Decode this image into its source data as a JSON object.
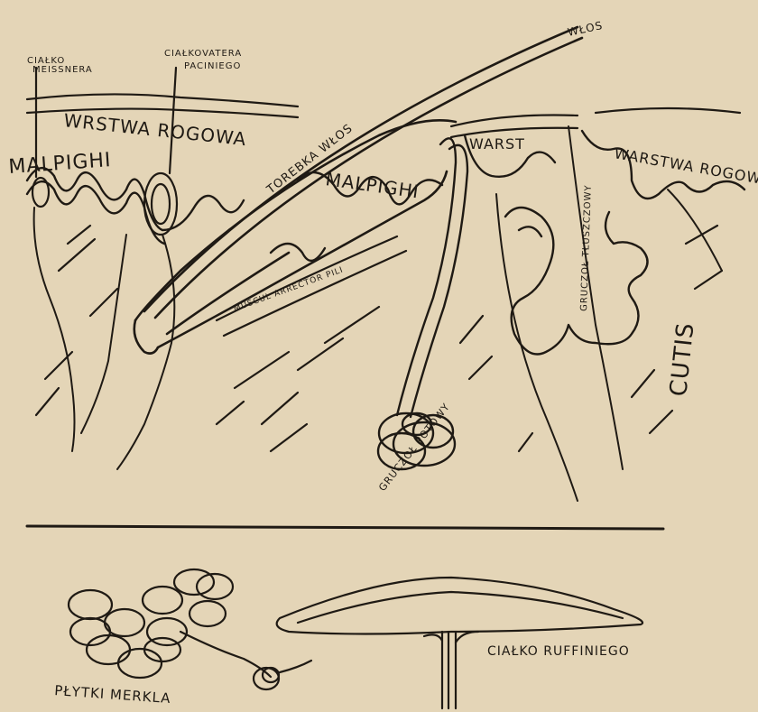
{
  "colors": {
    "paper": "#e4d5b7",
    "ink": "#1f1a14"
  },
  "labels": {
    "cialko_meissnera_1": "CIAŁKO",
    "cialko_meissnera_2": "MEISSNERA",
    "cialko_vatera_1": "CIAŁKOVATERA",
    "cialko_vatera_2": "PACINIEGO",
    "wlos": "WŁOS",
    "torebka_wlosa": "TOREBKA WŁOS",
    "warstwa_rogowa_left": "WRSTWA ROGOWA",
    "malpighi_left": "MALPIGHI",
    "malpighi_mid": "MALPIGHI",
    "warstwa_right": "WARST",
    "warstwa_rogowa_right": "WARSTWA ROGOWA",
    "musculus": "MUSCUL ARRECTOR PILI",
    "gruczol_tluszczowy": "GRUCZOŁ TŁUSZCZOWY",
    "cutis": "CUTIS",
    "gruczol_potowy": "GRUCZOŁ POTOWY",
    "plytki_merkla": "PŁYTKI MERKLA",
    "cialko_ruffiniego": "CIAŁKO RUFFINIEGO"
  }
}
